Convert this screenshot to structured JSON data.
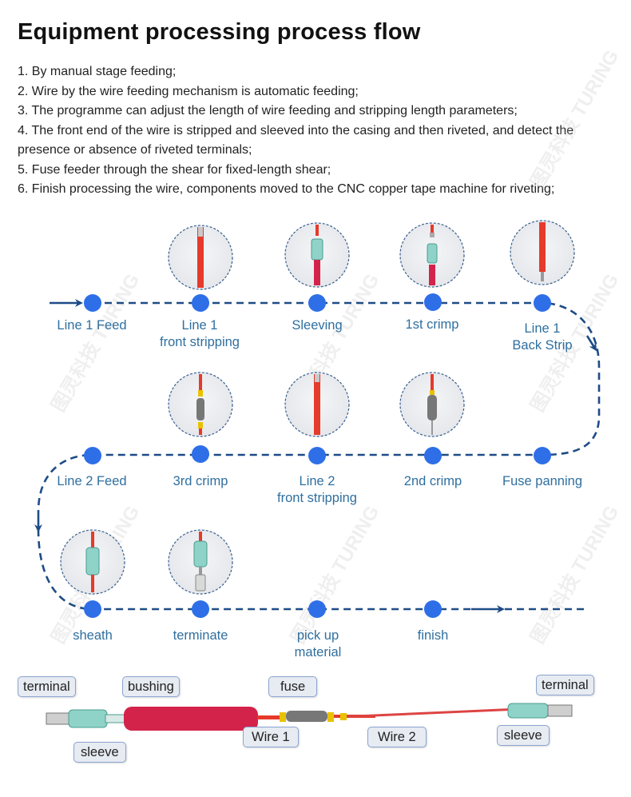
{
  "title": "Equipment processing process flow",
  "steps": [
    "1. By manual stage feeding;",
    "2. Wire by the wire feeding mechanism is automatic feeding;",
    "3. The programme can adjust the length of wire feeding and stripping length parameters;",
    "4. The front end of the wire is stripped and sleeved into the casing and then riveted, and detect the presence or absence of riveted terminals;",
    "5. Fuse feeder through the shear for fixed-length shear;",
    "6. Finish processing the wire, components moved to the CNC copper tape machine for riveting;"
  ],
  "flow": {
    "row1": [
      "Line 1 Feed",
      "Line 1\nfront stripping",
      "Sleeving",
      "1st crimp",
      "Line 1\nBack Strip"
    ],
    "row2": [
      "Line 2 Feed",
      "3rd crimp",
      "Line 2\nfront stripping",
      "2nd crimp",
      "Fuse panning"
    ],
    "row3": [
      "sheath",
      "terminate",
      "pick up\nmaterial",
      "finish"
    ]
  },
  "callouts": {
    "terminal_left": "terminal",
    "bushing": "bushing",
    "fuse": "fuse",
    "terminal_right": "terminal",
    "sleeve_left": "sleeve",
    "wire1": "Wire 1",
    "wire2": "Wire 2",
    "sleeve_right": "sleeve"
  },
  "watermark": "图灵科技 TURING",
  "colors": {
    "node": "#2e6fe8",
    "dash": "#1e4c86",
    "label": "#2f6f9f",
    "wire_red": "#e63a2a",
    "bushing": "#d3234a"
  }
}
